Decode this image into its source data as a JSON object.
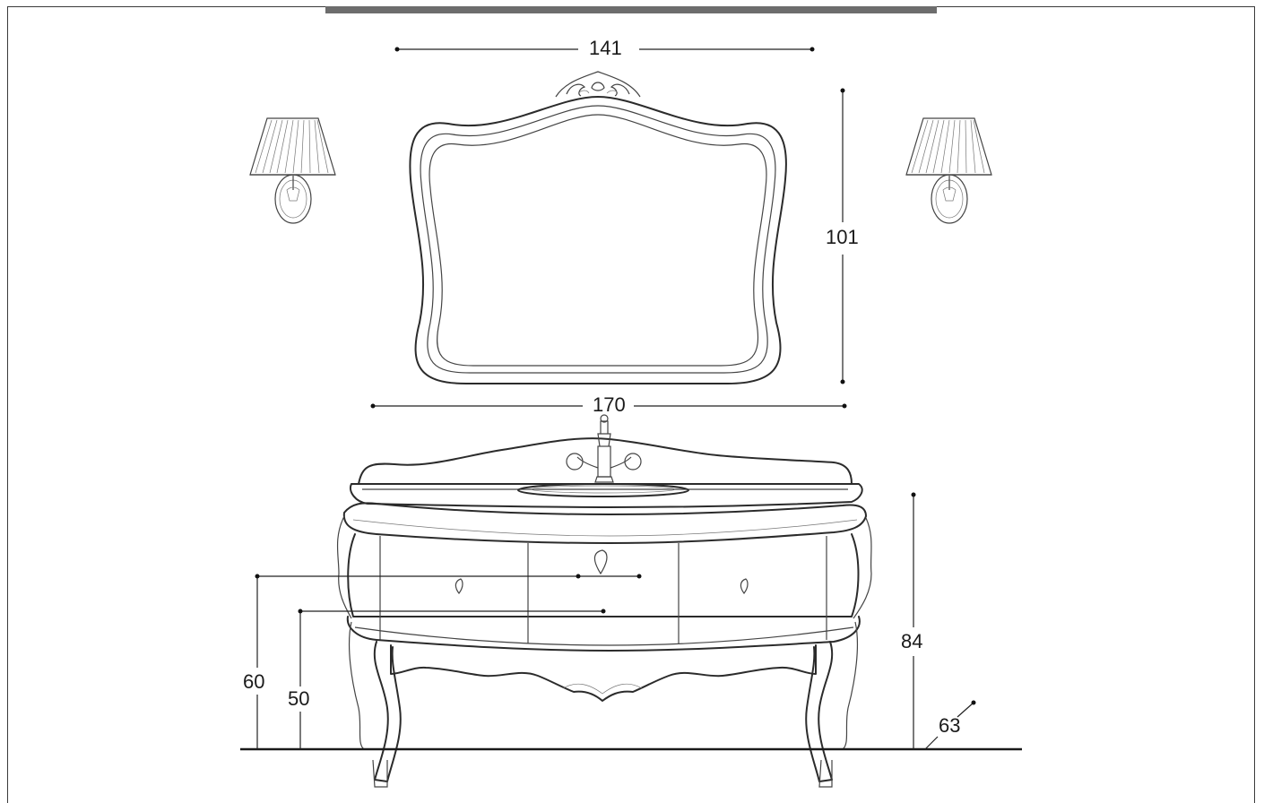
{
  "dimensions": {
    "mirror_width": "141",
    "mirror_height": "101",
    "cabinet_width": "170",
    "cabinet_height": "84",
    "cabinet_depth": "63",
    "drain_height_60": "60",
    "drain_height_50": "50"
  },
  "colors": {
    "line": "#2b2b2b",
    "top_bar": "#6d6d6d",
    "background": "#ffffff"
  }
}
